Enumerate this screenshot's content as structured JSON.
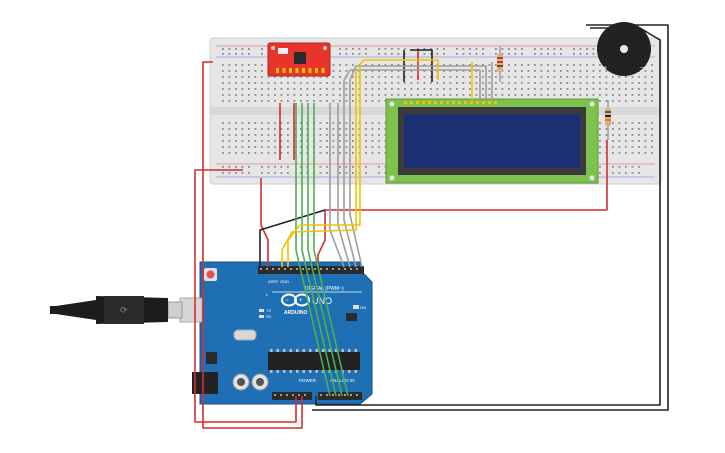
{
  "board": {
    "brand": "ARDUINO",
    "model": "UNO",
    "digital_label": "DIGITAL (PWM~)",
    "power_label": "POWER",
    "analog_label": "ANALOG IN",
    "on_label": "ON",
    "tx_label": "TX",
    "rx_label": "RX",
    "l_label": "L",
    "aref_label": "AREF",
    "gnd_label": "GND"
  },
  "buzzer": {
    "plus_label": "+",
    "minus_label": "−"
  },
  "colors": {
    "breadboard": "#e6e6e6",
    "arduino": "#1f6fb5",
    "lcd_pcb": "#7dc24e",
    "lcd_screen": "#1d2f73",
    "sensor": "#e8352c",
    "wire_red": "#d32f2f",
    "wire_green": "#4caf50",
    "wire_gray": "#9e9e9e",
    "wire_yellow": "#f2c200",
    "wire_black": "#222222"
  }
}
